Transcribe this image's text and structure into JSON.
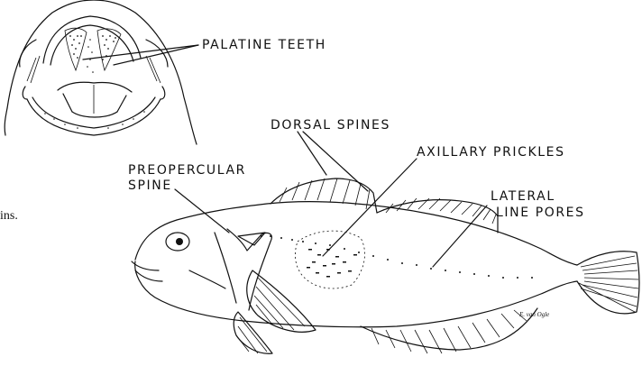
{
  "labels": {
    "palatine_teeth": "PALATINE TEETH",
    "dorsal_spines": "DORSAL SPINES",
    "axillary_prickles": "AXILLARY PRICKLES",
    "preopercular_line1": "PREOPERCULAR",
    "preopercular_line2": "SPINE",
    "lateral_line1": "LATERAL",
    "lateral_line2": "LINE PORES"
  },
  "fragment_text": "ins.",
  "signature": "E. van Ogle"
}
